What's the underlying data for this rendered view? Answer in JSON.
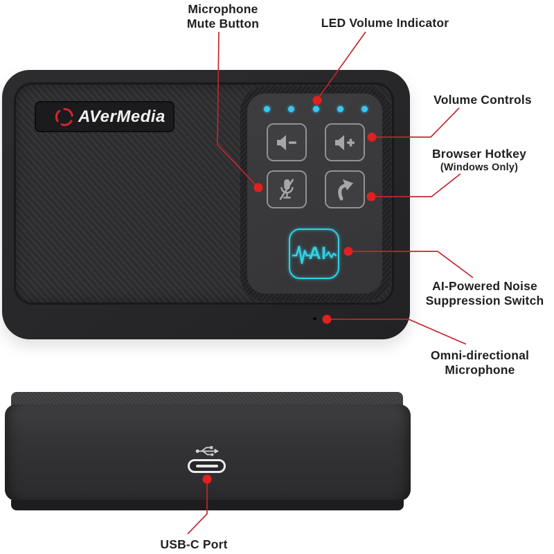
{
  "meta": {
    "type": "product-annotation-diagram",
    "background": "#ffffff"
  },
  "colors": {
    "accent_red": "#e2201f",
    "line_red": "#c1272d",
    "led_cyan": "#35c8f0",
    "ai_cyan": "#2fd3e6",
    "label_text": "#1f1f1f"
  },
  "brand": {
    "logo_text": "AVerMedia"
  },
  "device_top": {
    "panel": {
      "led_count": 5,
      "ai_label": "AI"
    }
  },
  "icons": {
    "logo": "avermedia-swirl-icon",
    "volume_down": "speaker-minus-icon",
    "volume_up": "speaker-plus-icon",
    "mute": "mic-slash-icon",
    "hotkey": "curved-arrow-icon",
    "ai": "ai-waveform-icon",
    "usb": "usb-trident-icon",
    "usb_port": "usb-c-port"
  },
  "callouts": {
    "mic_mute": {
      "line1": "Microphone",
      "line2": "Mute Button"
    },
    "led": {
      "line1": "LED Volume Indicator"
    },
    "volume": {
      "line1": "Volume Controls"
    },
    "hotkey": {
      "line1": "Browser Hotkey",
      "line2": "(Windows Only)"
    },
    "ai": {
      "line1": "AI-Powered Noise",
      "line2": "Suppression Switch"
    },
    "omni": {
      "line1": "Omni-directional",
      "line2": "Microphone"
    },
    "usb": {
      "line1": "USB-C Port"
    }
  }
}
